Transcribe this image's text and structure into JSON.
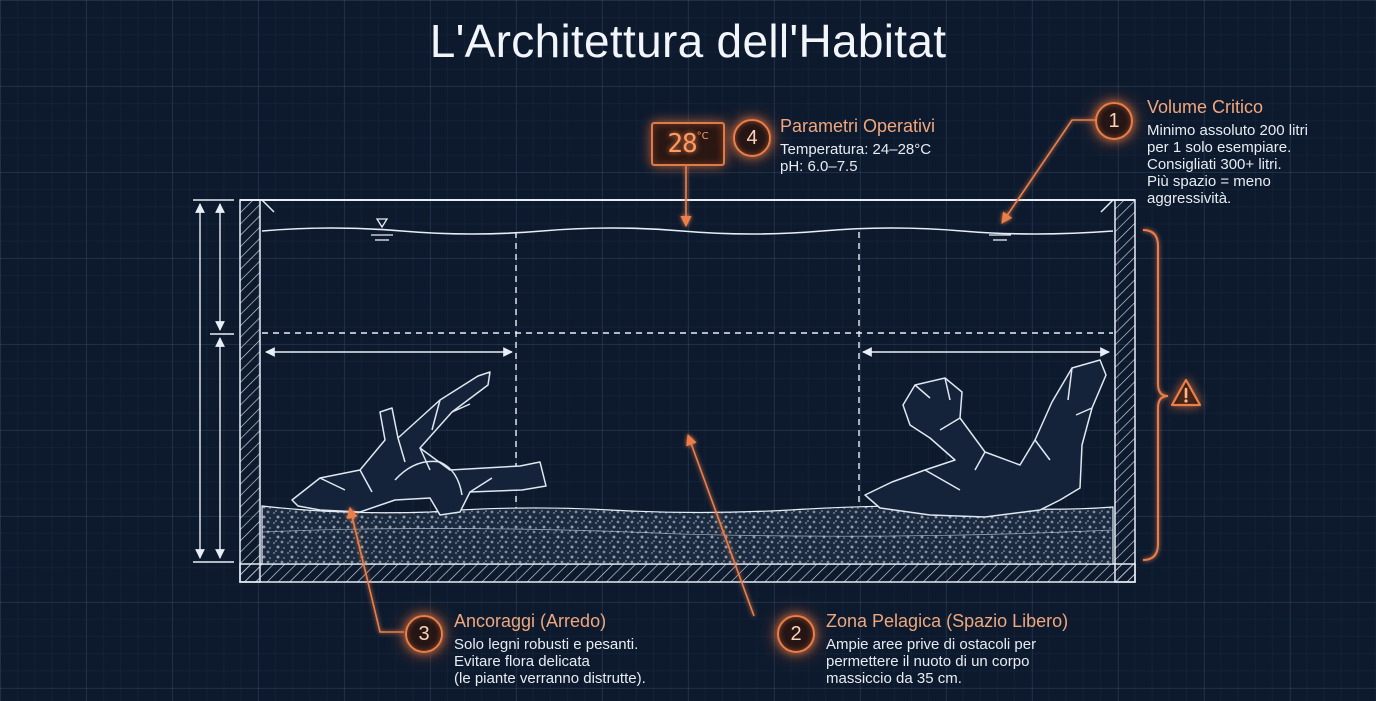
{
  "title": "L'Architettura dell'Habitat",
  "thermometer": {
    "value": "28",
    "unit": "°C"
  },
  "callouts": [
    {
      "number": "1",
      "heading": "Volume Critico",
      "lines": [
        "Minimo assoluto 200 litri",
        "per 1 solo esempiare.",
        "Consigliati 300+ litri.",
        "Più spazio = meno",
        "aggressività."
      ]
    },
    {
      "number": "2",
      "heading": "Zona Pelagica (Spazio Libero)",
      "lines": [
        "Ampie aree prive di ostacoli per",
        "permettere il nuoto di un corpo",
        "massiccio da 35 cm."
      ]
    },
    {
      "number": "3",
      "heading": "Ancoraggi (Arredo)",
      "lines": [
        "Solo legni robusti e pesanti.",
        "Evitare flora delicata",
        "(le piante verranno distrutte)."
      ]
    },
    {
      "number": "4",
      "heading": "Parametri Operativi",
      "lines": [
        "Temperatura: 24–28°C",
        "pH: 6.0–7.5"
      ]
    }
  ],
  "colors": {
    "background": "#0d1a2e",
    "accent": "#ec7f48",
    "line": "#e8eef5"
  },
  "icons": [
    "water-level-icon",
    "warning-icon",
    "thermometer-display"
  ]
}
